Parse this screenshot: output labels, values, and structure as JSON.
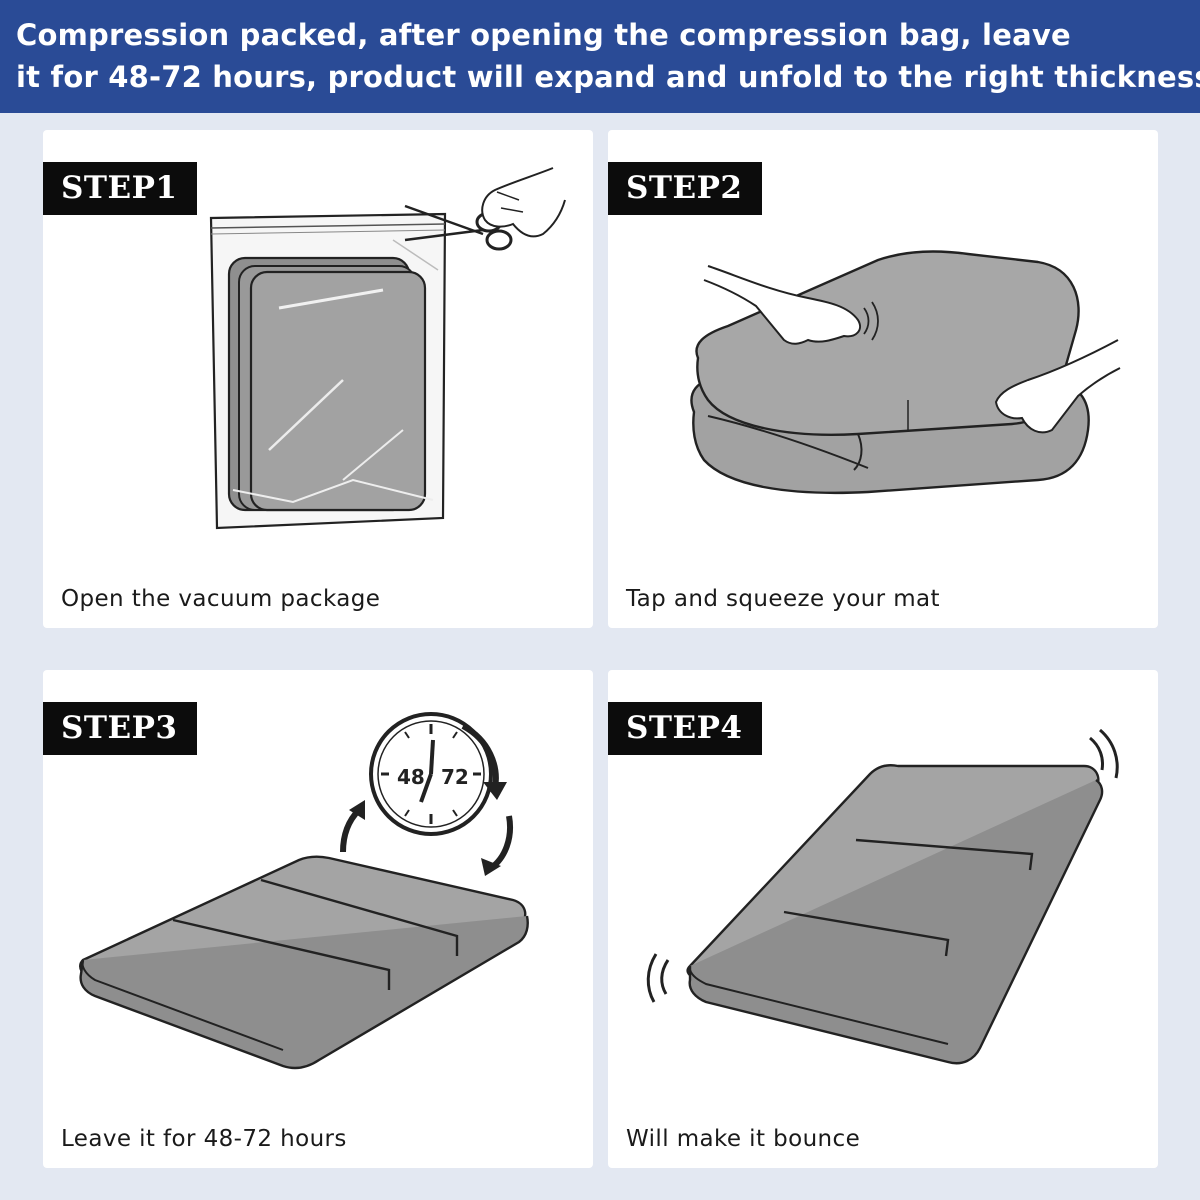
{
  "banner": {
    "line1": "Compression packed, after opening the compression bag, leave",
    "line2": "it for 48-72 hours, product will expand and unfold to the right thickness"
  },
  "steps": [
    {
      "badge": "STEP1",
      "caption": "Open the vacuum package",
      "icons": [
        "vacuum-bag-icon",
        "scissors-icon",
        "hand-icon"
      ]
    },
    {
      "badge": "STEP2",
      "caption": "Tap and squeeze your mat",
      "icons": [
        "folded-mat-icon",
        "hand-icon"
      ]
    },
    {
      "badge": "STEP3",
      "caption": "Leave it for 48-72 hours",
      "clock_left": "48",
      "clock_right": "72",
      "icons": [
        "clock-icon",
        "arrow-icon",
        "flat-mat-icon"
      ]
    },
    {
      "badge": "STEP4",
      "caption": "Will make it bounce",
      "icons": [
        "tilted-mat-icon",
        "motion-lines-icon"
      ]
    }
  ],
  "colors": {
    "banner": "#2a4b96",
    "background": "#e3e8f2",
    "badge": "#0c0c0c",
    "mat": "#9c9c9c"
  }
}
